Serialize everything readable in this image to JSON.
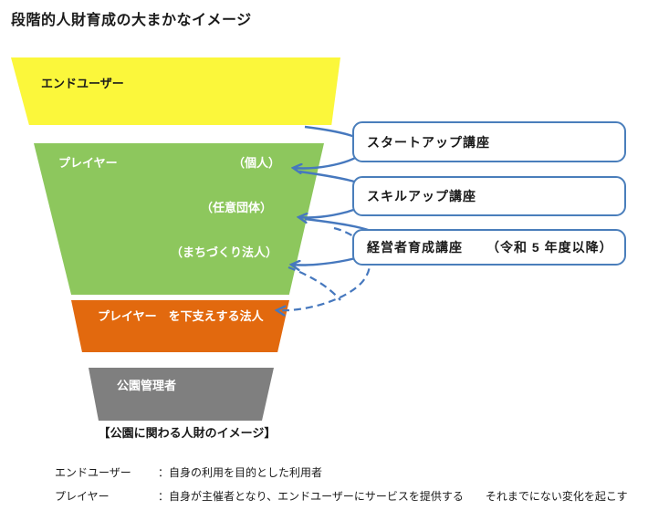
{
  "title": "段階的人財育成の大まかなイメージ",
  "funnel": {
    "end_user": "エンドユーザー",
    "player": "プレイヤー",
    "player_subs": [
      "（個人）",
      "（任意団体）",
      "（まちづくり法人）"
    ],
    "support_corp": "プレイヤー　を下支えする法人",
    "park_manager": "公園管理者",
    "caption": "【公園に関わる人財のイメージ】"
  },
  "courses": [
    {
      "label": "スタートアップ講座",
      "note": ""
    },
    {
      "label": "スキルアップ講座",
      "note": ""
    },
    {
      "label": "経営者育成講座",
      "note": "（令和 5 年度以降）"
    }
  ],
  "legend": [
    {
      "term": "エンドユーザー",
      "definition": "：自身の利用を目的とした利用者"
    },
    {
      "term": "プレイヤー",
      "definition": "：自身が主催者となり、エンドユーザーにサービスを提供する　　それまでにない変化を起こす"
    }
  ],
  "colors": {
    "end_user_band": "#FBF73B",
    "player_band": "#8DC75D",
    "support_band": "#E2690E",
    "manager_band": "#7F7F7F",
    "arrow_blue": "#4678BE",
    "course_box_border": "#4A7EBB"
  }
}
